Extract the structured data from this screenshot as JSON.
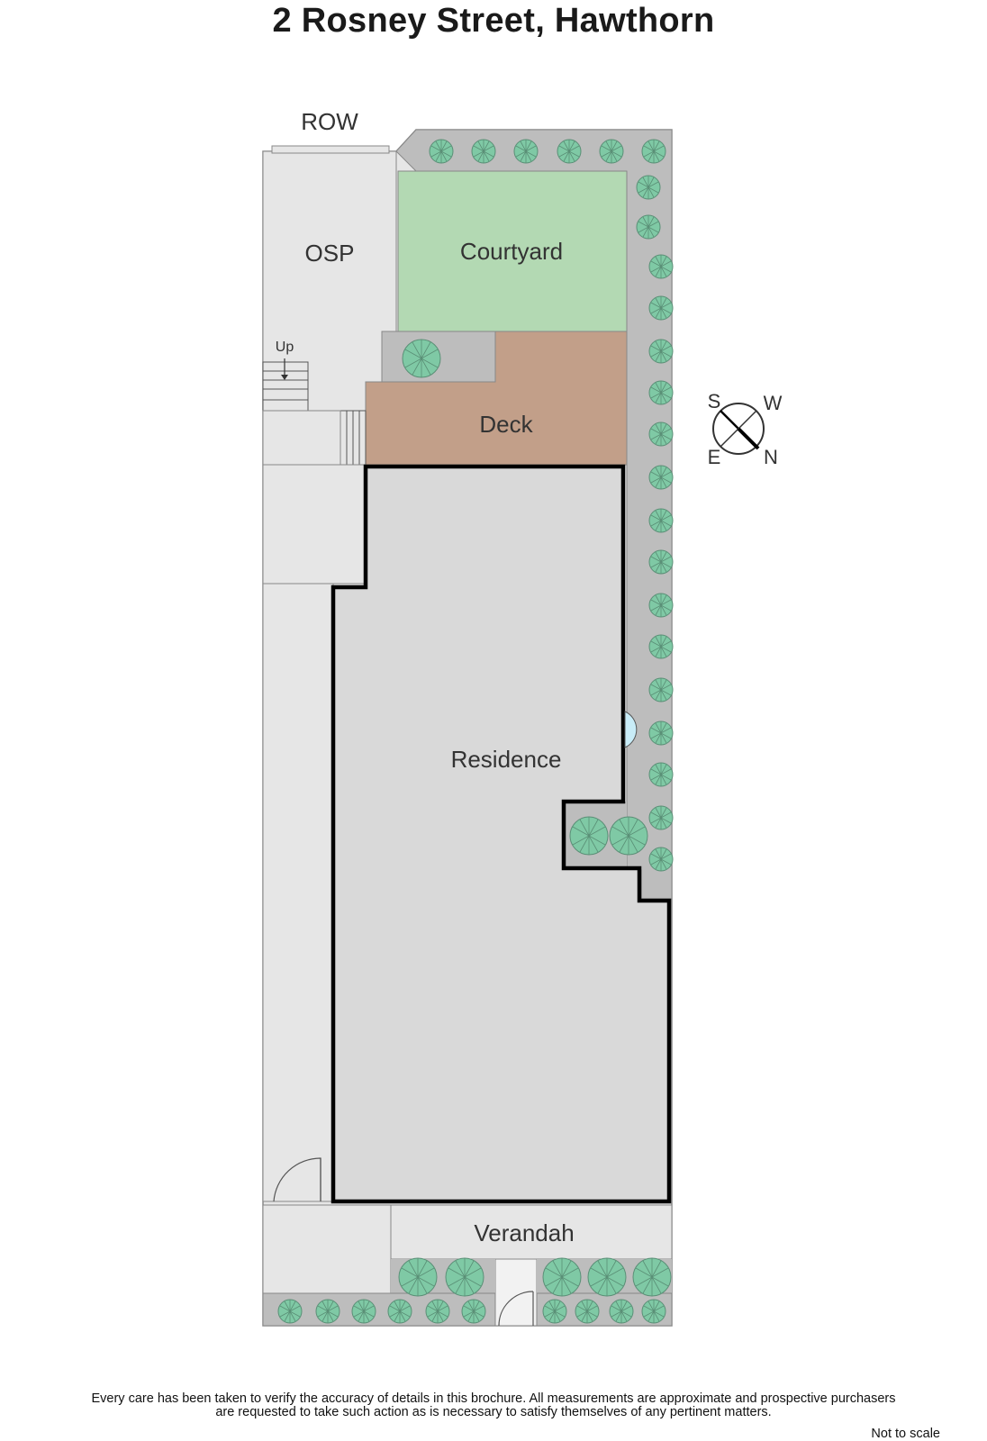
{
  "title": "2 Rosney Street, Hawthorn",
  "labels": {
    "row": "ROW",
    "osp": "OSP",
    "courtyard": "Courtyard",
    "deck": "Deck",
    "residence": "Residence",
    "verandah": "Verandah",
    "up": "Up"
  },
  "compass": {
    "s": "S",
    "w": "W",
    "e": "E",
    "n": "N"
  },
  "disclaimer": {
    "line1": "Every care has been taken to verify the accuracy of details in this brochure.  All measurements are approximate and prospective purchasers",
    "line2": "are requested to take such action as is necessary to satisfy themselves of any pertinent matters."
  },
  "note": "Not to scale",
  "colors": {
    "courtyard": "#b3d9b3",
    "deck": "#c29f89",
    "residence": "#d9d9d9",
    "paving": "#e6e6e6",
    "garden_bed": "#bdbdbd",
    "tree": "#7fc9a5",
    "window": "#c8ecf7",
    "wall": "#000000"
  }
}
